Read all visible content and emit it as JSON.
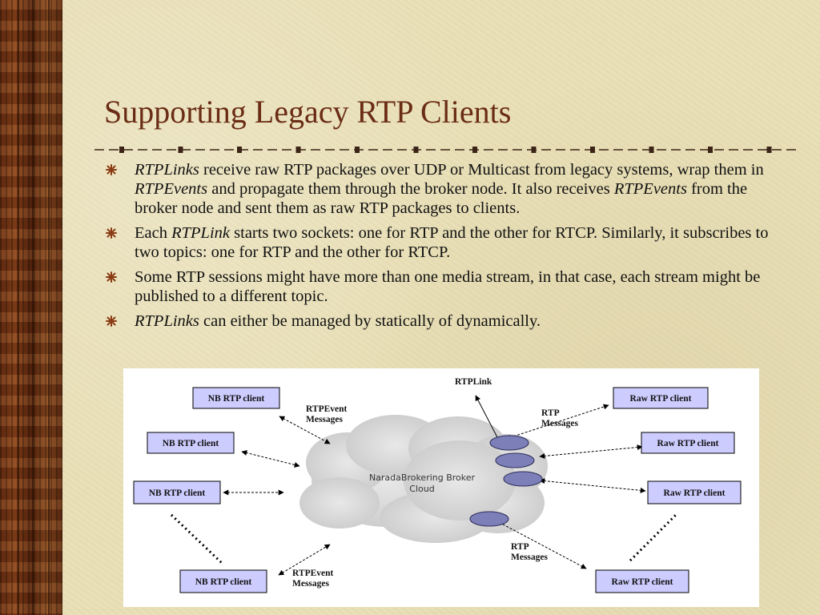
{
  "slide": {
    "title": "Supporting Legacy RTP Clients",
    "bullets": [
      {
        "parts": [
          {
            "t": "RTPLinks",
            "i": true
          },
          {
            "t": " receive raw RTP packages over UDP or Multicast from legacy systems, wrap them in "
          },
          {
            "t": "RTPEvents",
            "i": true
          },
          {
            "t": " and propagate them through the broker node. It also receives "
          },
          {
            "t": "RTPEvents",
            "i": true
          },
          {
            "t": " from the broker node and sent them as raw RTP packages to clients."
          }
        ]
      },
      {
        "parts": [
          {
            "t": "Each "
          },
          {
            "t": "RTPLink",
            "i": true
          },
          {
            "t": " starts two sockets: one for RTP and the other for RTCP. Similarly, it subscribes to two topics: one for RTP and the other for RTCP."
          }
        ]
      },
      {
        "parts": [
          {
            "t": "Some RTP sessions might have more than one media stream, in that case, each stream might be published to a different topic."
          }
        ]
      },
      {
        "parts": [
          {
            "t": "RTPLinks",
            "i": true
          },
          {
            "t": " can either be managed by statically of dynamically."
          }
        ]
      }
    ]
  },
  "diagram": {
    "nb_client_label": "NB RTP client",
    "raw_client_label": "Raw RTP client",
    "rtplink_label": "RTPLink",
    "rtp_messages_line1": "RTP",
    "rtp_messages_line2": "Messages",
    "rtpevent_line1": "RTPEvent",
    "rtpevent_line2": "Messages",
    "cloud_line1": "NaradaBrokering Broker",
    "cloud_line2": "Cloud",
    "colors": {
      "client_box": "#ccccff",
      "rtplink_node": "#7c7fb8"
    }
  }
}
